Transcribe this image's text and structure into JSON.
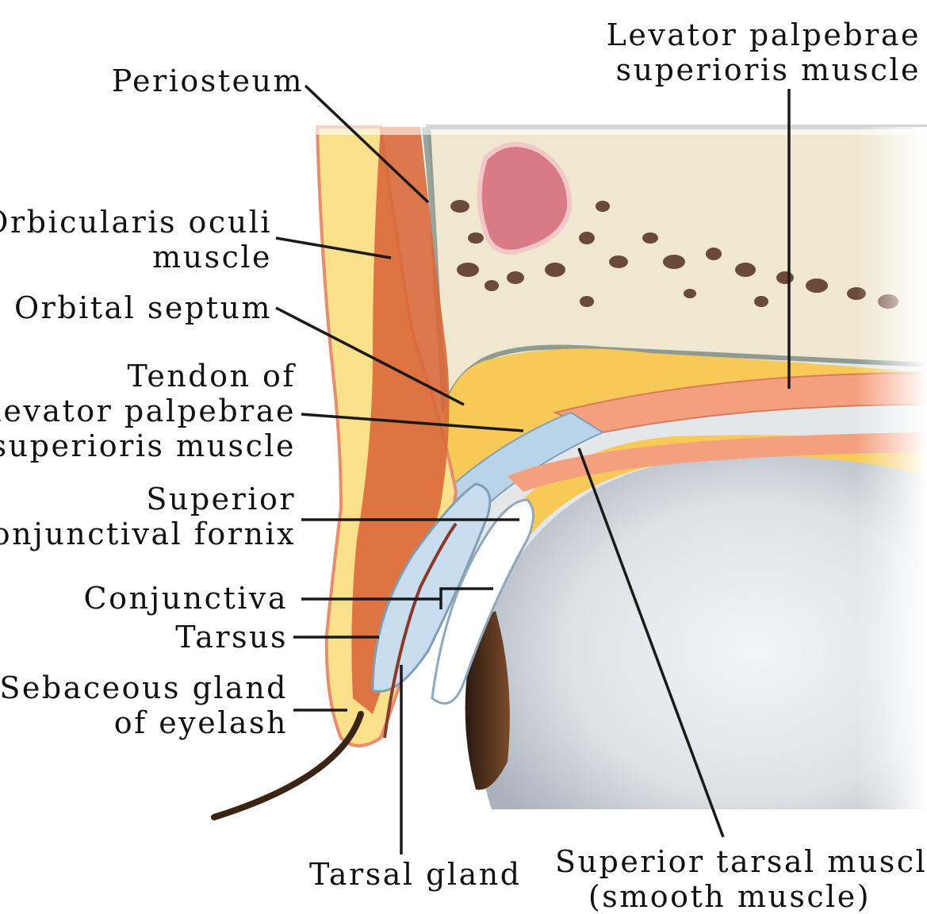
{
  "labels": {
    "periosteum": "Periosteum",
    "levator_muscle": [
      "Levator palpebrae",
      "superioris muscle"
    ],
    "orbicularis": [
      "Orbicularis oculi",
      "muscle"
    ],
    "orbital_septum": "Orbital septum",
    "tendon": [
      "Tendon of",
      "levator palpebrae",
      "superioris muscle"
    ],
    "fornix": [
      "Superior",
      "conjunctival fornix"
    ],
    "conjunctiva": "Conjunctiva",
    "tarsus": "Tarsus",
    "sebaceous": [
      "Sebaceous gland",
      "of eyelash"
    ],
    "tarsal_gland": "Tarsal gland",
    "superior_tarsal": [
      "Superior tarsal muscle",
      "(smooth muscle)"
    ]
  },
  "colors": {
    "fat": "#f7c957",
    "fat_light": "#fbe08c",
    "bone": "#efe7cf",
    "bone_pore": "#6b4a3a",
    "sinus": "#d97b86",
    "muscle": "#d9683a",
    "levator": "#f4a07e",
    "tendon": "#b9d3e8",
    "eyeball": "#dfe3e8",
    "skin": "#e88c6e",
    "leader": "#1a1a1a"
  }
}
